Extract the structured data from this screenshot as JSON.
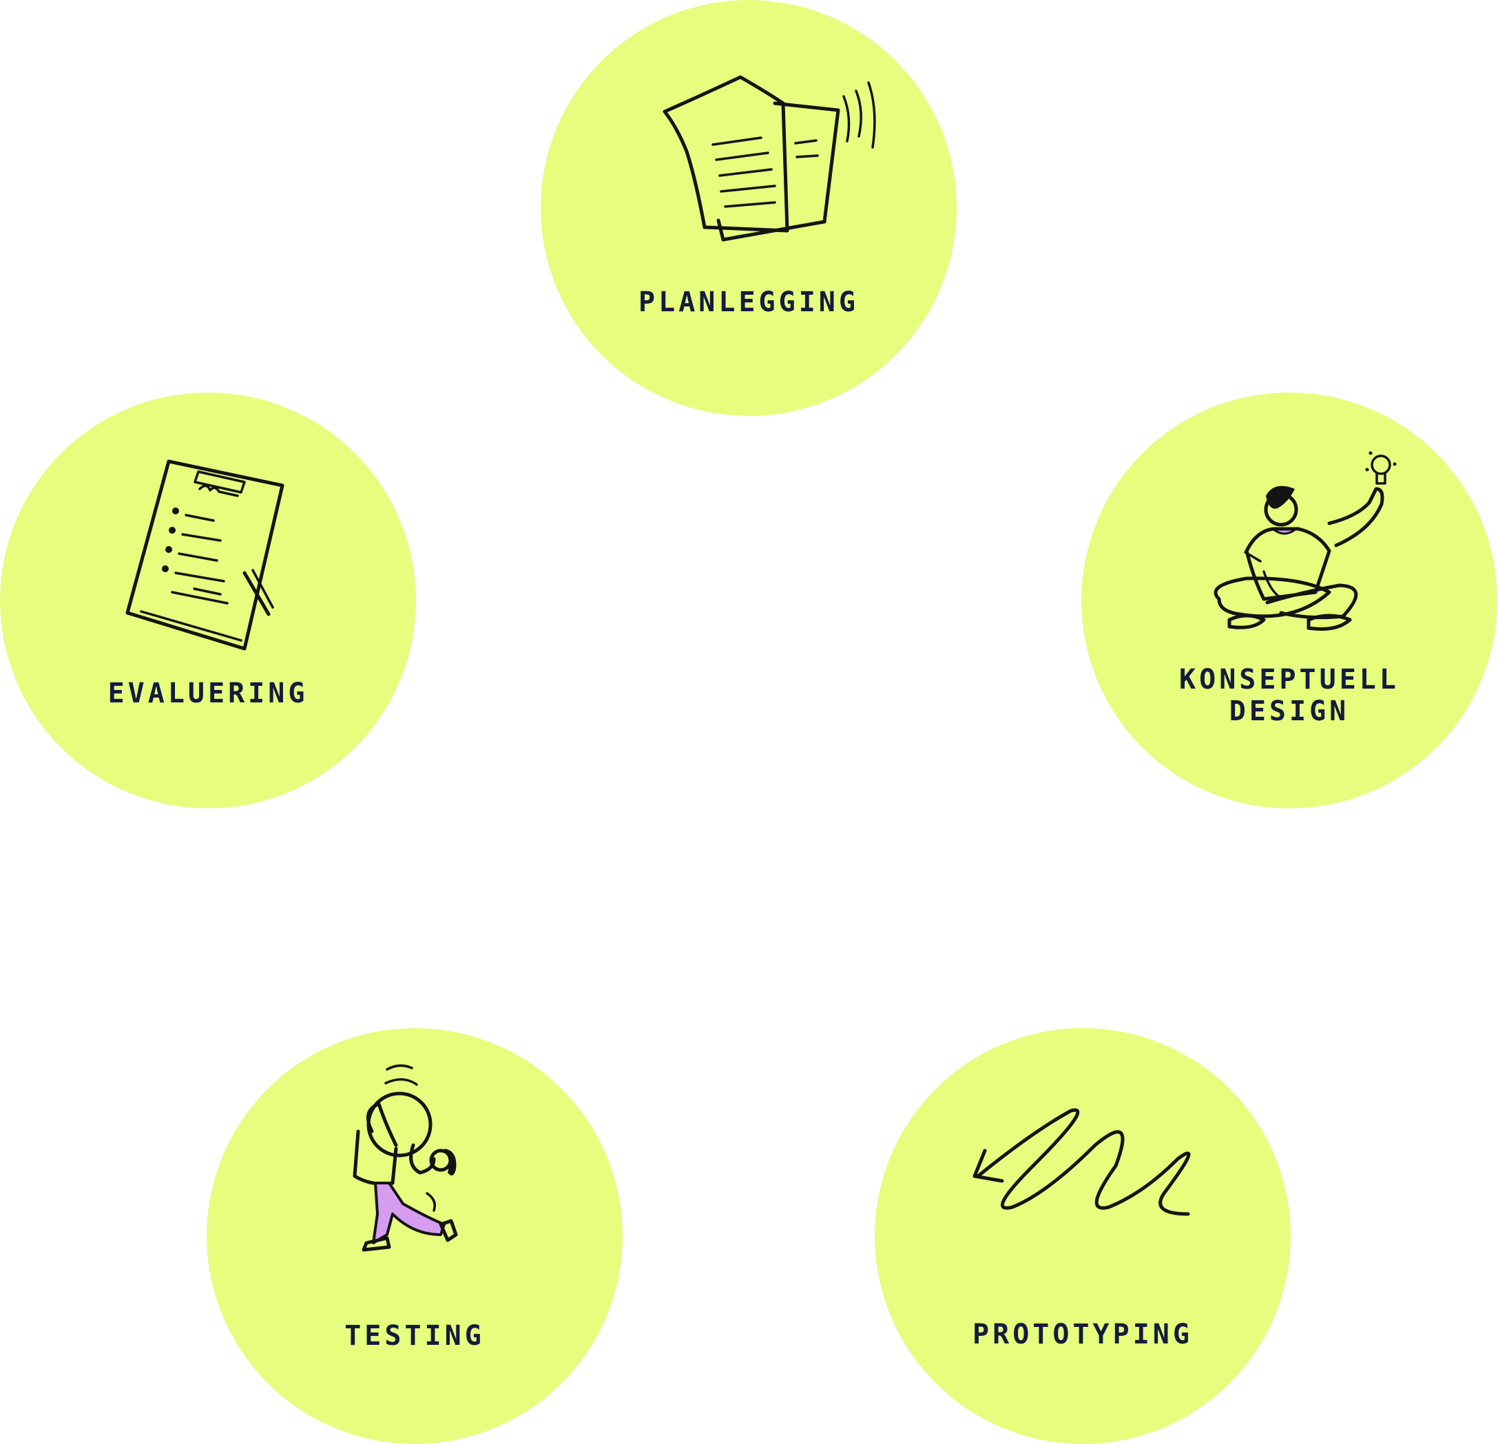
{
  "diagram": {
    "background": "#ffffff",
    "circle_color": "#e6fd7e",
    "ink_color": "#141b3d",
    "accent_color": "#d69cf0",
    "phases": [
      {
        "id": "planlegging",
        "label": "PLANLEGGING",
        "icon": "flying-papers-icon"
      },
      {
        "id": "konseptuell-design",
        "label": "KONSEPTUELL\nDESIGN",
        "icon": "person-with-lightbulb-icon"
      },
      {
        "id": "prototyping",
        "label": "PROTOTYPING",
        "icon": "zigzag-arrow-icon"
      },
      {
        "id": "testing",
        "label": "TESTING",
        "icon": "person-carrying-ball-icon"
      },
      {
        "id": "evaluering",
        "label": "EVALUERING",
        "icon": "clipboard-checklist-icon"
      }
    ]
  }
}
